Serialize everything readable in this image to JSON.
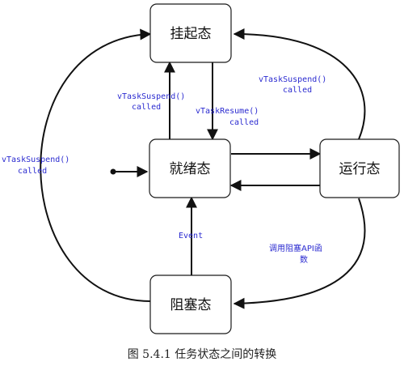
{
  "states": {
    "suspended": "挂起态",
    "ready": "就绪态",
    "running": "运行态",
    "blocked": "阻塞态"
  },
  "labels": {
    "ready_to_suspended_1": "vTaskSuspend()",
    "ready_to_suspended_2": "called",
    "suspended_to_ready_1": "vTaskResume()",
    "suspended_to_ready_2": "called",
    "running_to_suspended_1": "vTaskSuspend()",
    "running_to_suspended_2": "called",
    "blocked_to_suspended_1": "vTaskSuspend()",
    "blocked_to_suspended_2": "called",
    "blocked_to_ready": "Event",
    "running_to_blocked_1": "调用阻塞API函",
    "running_to_blocked_2": "数"
  },
  "caption": "图 5.4.1  任务状态之间的转换",
  "colors": {
    "label_text": "#2a2ad0",
    "line": "#111111",
    "box_stroke": "#1a1a1a"
  }
}
